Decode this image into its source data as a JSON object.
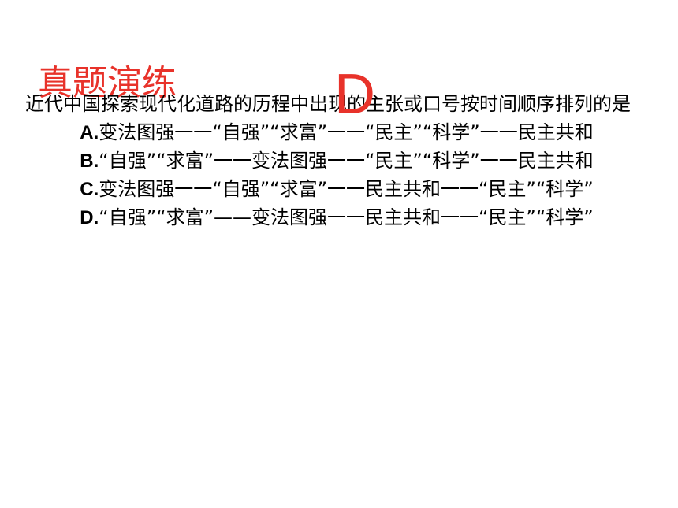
{
  "slide": {
    "title": "真题演练",
    "answer": "D"
  },
  "question": {
    "stem": "近代中国探索现代化道路的历程中出现的主张或口号按时间顺序排列的是",
    "options": [
      {
        "letter": "A.",
        "text": "变法图强一一“自强”“求富”一一“民主”“科学”一一民主共和"
      },
      {
        "letter": "B.",
        "text": "“自强”“求富”一一变法图强一一“民主”“科学”一一民主共和"
      },
      {
        "letter": "C.",
        "text": "变法图强一一“自强”“求富”一一民主共和一一“民主”“科学”"
      },
      {
        "letter": "D.",
        "text": "“自强”“求富”——变法图强一一民主共和一一“民主”“科学”"
      }
    ]
  },
  "colors": {
    "accent": "#e8322a",
    "text": "#000000",
    "background": "#ffffff"
  }
}
